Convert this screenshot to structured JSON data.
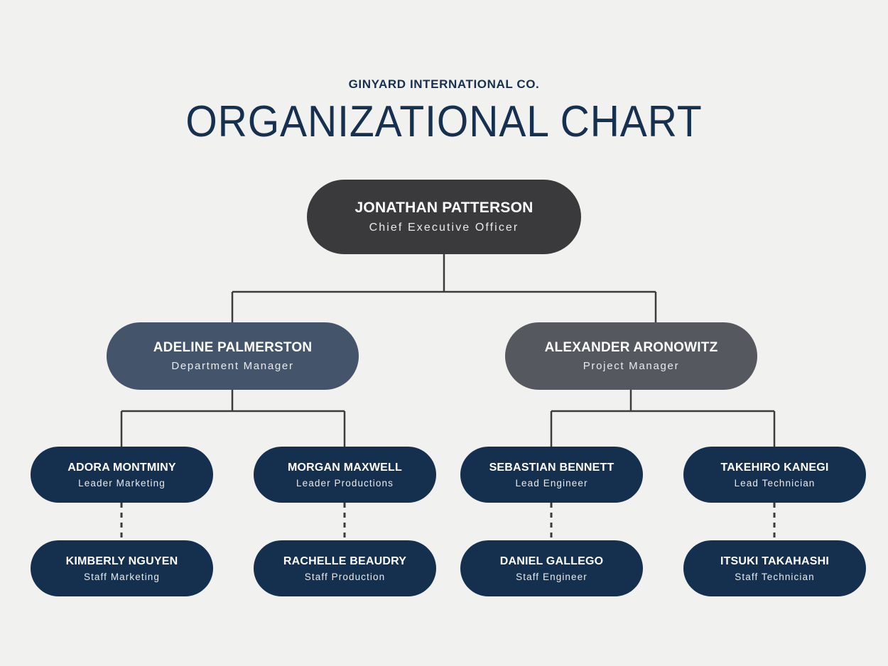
{
  "header": {
    "company": "GINYARD INTERNATIONAL CO.",
    "title": "ORGANIZATIONAL CHART"
  },
  "colors": {
    "background": "#f1f1f0",
    "title_navy": "#16304f",
    "ceo_fill": "#3a3a3c",
    "manager_left_fill": "#44546a",
    "manager_right_fill": "#55585e",
    "leader_fill": "#15304f",
    "staff_fill": "#15304f",
    "connector": "#3c3c3c",
    "node_text": "#ffffff",
    "node_role_text": "#e8eaed"
  },
  "nodes": {
    "ceo": {
      "name": "JONATHAN PATTERSON",
      "role": "Chief Executive Officer"
    },
    "managers": [
      {
        "name": "ADELINE PALMERSTON",
        "role": "Department Manager"
      },
      {
        "name": "ALEXANDER ARONOWITZ",
        "role": "Project Manager"
      }
    ],
    "leaders": [
      {
        "name": "ADORA MONTMINY",
        "role": "Leader Marketing"
      },
      {
        "name": "MORGAN MAXWELL",
        "role": "Leader Productions"
      },
      {
        "name": "SEBASTIAN BENNETT",
        "role": "Lead Engineer"
      },
      {
        "name": "TAKEHIRO KANEGI",
        "role": "Lead Technician"
      }
    ],
    "staff": [
      {
        "name": "KIMBERLY NGUYEN",
        "role": "Staff Marketing"
      },
      {
        "name": "RACHELLE BEAUDRY",
        "role": "Staff Production"
      },
      {
        "name": "DANIEL GALLEGO",
        "role": "Staff Engineer"
      },
      {
        "name": "ITSUKI TAKAHASHI",
        "role": "Staff Technician"
      }
    ]
  }
}
